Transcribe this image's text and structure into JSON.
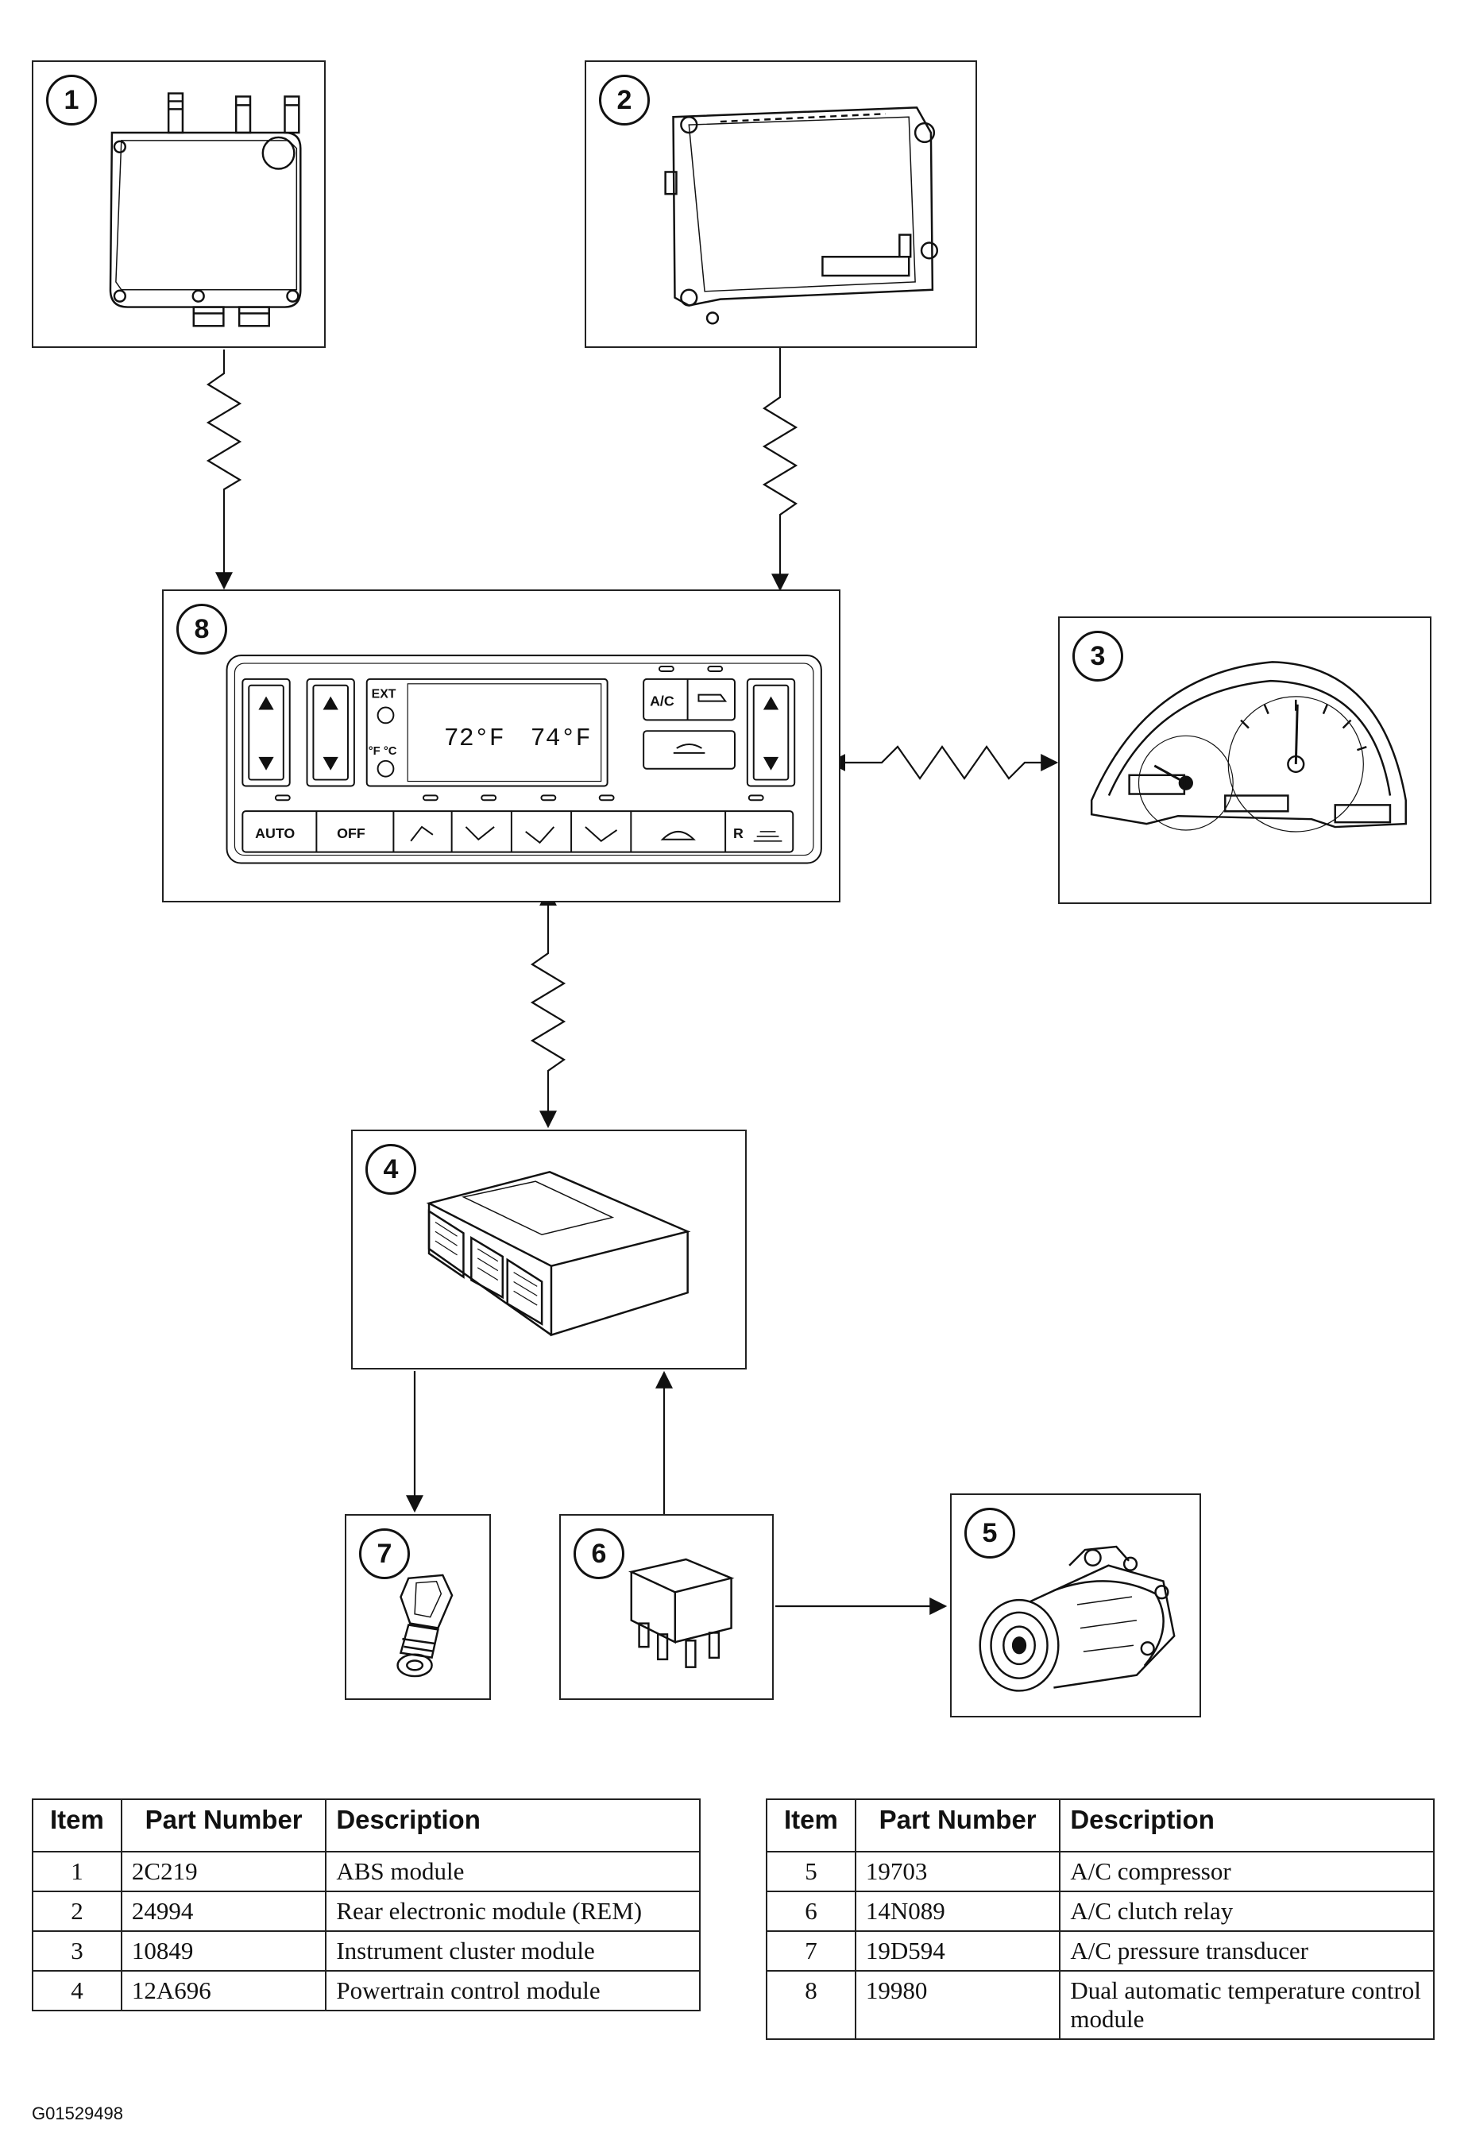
{
  "components": [
    {
      "number": "1",
      "icon": "abs-module-icon"
    },
    {
      "number": "2",
      "icon": "rear-electronic-module-icon"
    },
    {
      "number": "3",
      "icon": "instrument-cluster-icon"
    },
    {
      "number": "4",
      "icon": "powertrain-control-module-icon"
    },
    {
      "number": "5",
      "icon": "ac-compressor-icon"
    },
    {
      "number": "6",
      "icon": "relay-icon"
    },
    {
      "number": "7",
      "icon": "pressure-transducer-icon"
    },
    {
      "number": "8",
      "icon": "climate-control-panel-icon"
    }
  ],
  "control_panel": {
    "ext_label": "EXT",
    "unit_label": "°F °C",
    "left_temp": "72°F",
    "right_temp": "74°F",
    "ac_label": "A/C",
    "auto_label": "AUTO",
    "off_label": "OFF",
    "rear_defrost_label": "R"
  },
  "tables": {
    "headers": [
      "Item",
      "Part Number",
      "Description"
    ],
    "left": [
      {
        "item": "1",
        "part": "2C219",
        "desc": "ABS module"
      },
      {
        "item": "2",
        "part": "24994",
        "desc": "Rear electronic module (REM)"
      },
      {
        "item": "3",
        "part": "10849",
        "desc": "Instrument cluster module"
      },
      {
        "item": "4",
        "part": "12A696",
        "desc": "Powertrain control module"
      }
    ],
    "right": [
      {
        "item": "5",
        "part": "19703",
        "desc": "A/C compressor"
      },
      {
        "item": "6",
        "part": "14N089",
        "desc": "A/C clutch relay"
      },
      {
        "item": "7",
        "part": "19D594",
        "desc": "A/C pressure transducer"
      },
      {
        "item": "8",
        "part": "19980",
        "desc": "Dual automatic temperature control module"
      }
    ]
  },
  "figure_id": "G01529498"
}
